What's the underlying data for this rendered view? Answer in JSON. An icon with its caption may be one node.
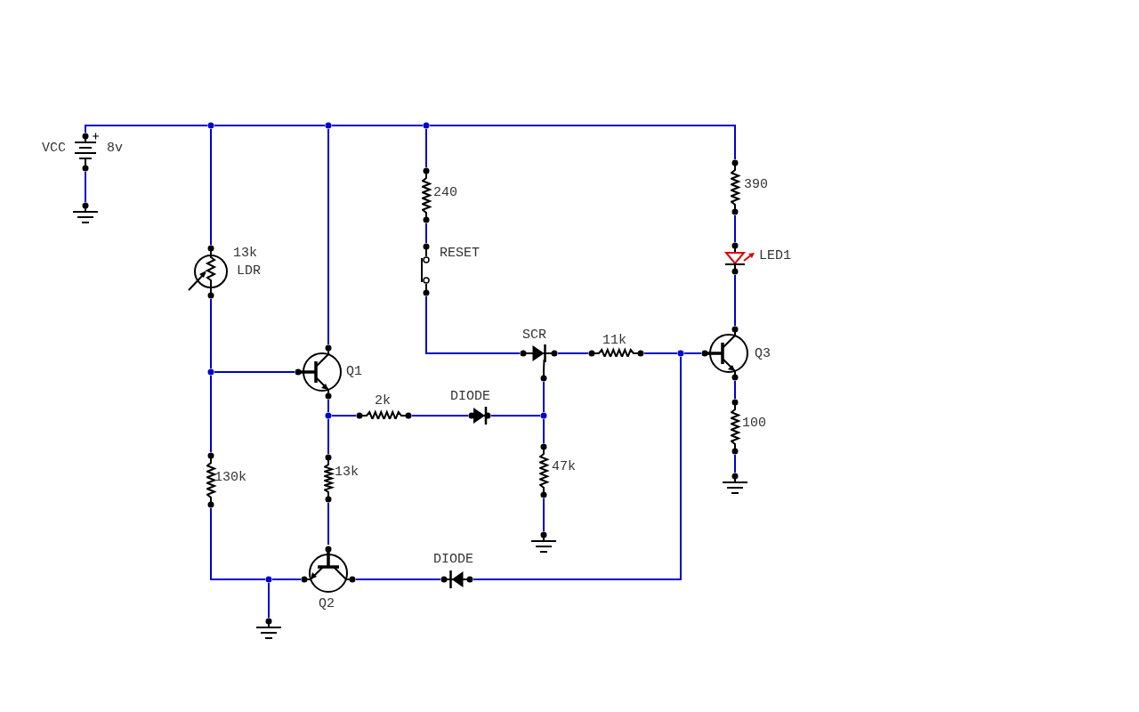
{
  "diagram": {
    "nodes": [
      {
        "text": [
          "VCC",
          "8v"
        ]
      },
      {
        "text": [],
        "shape": "ground"
      },
      {
        "text": [
          "13k",
          "LDR"
        ]
      },
      {
        "text": [
          "Q1"
        ]
      },
      {
        "text": [
          "240"
        ]
      },
      {
        "text": [
          "RESET"
        ]
      },
      {
        "text": [
          "390"
        ]
      },
      {
        "text": [
          "LED1"
        ]
      },
      {
        "text": [
          "SCR"
        ]
      },
      {
        "text": [
          "11k"
        ]
      },
      {
        "text": [
          "Q3"
        ]
      },
      {
        "text": [
          "2k"
        ]
      },
      {
        "text": [
          "DIODE"
        ]
      },
      {
        "text": [
          "47k"
        ]
      },
      {
        "text": [],
        "shape": "ground"
      },
      {
        "text": [
          "130k"
        ]
      },
      {
        "text": [
          "13k"
        ]
      },
      {
        "text": [
          "100"
        ]
      },
      {
        "text": [],
        "shape": "ground"
      },
      {
        "text": [
          "DIODE"
        ]
      },
      {
        "text": [
          "Q2"
        ]
      },
      {
        "text": [],
        "shape": "ground"
      },
      {
        "text": [],
        "shape": "circle"
      },
      {
        "text": [],
        "shape": "circle"
      },
      {
        "text": [],
        "shape": "circle"
      },
      {
        "text": [],
        "shape": "circle"
      },
      {
        "text": [],
        "shape": "circle"
      },
      {
        "text": [],
        "shape": "circle"
      },
      {
        "text": [],
        "shape": "circle"
      },
      {
        "text": [],
        "shape": "circle"
      }
    ],
    "edges": [
      {
        "from": 0,
        "to": 22,
        "arrow": "none"
      },
      {
        "from": 22,
        "to": 23,
        "arrow": "none"
      },
      {
        "from": 23,
        "to": 24,
        "arrow": "none"
      },
      {
        "from": 24,
        "to": 6,
        "arrow": "none"
      },
      {
        "from": 0,
        "to": 1,
        "arrow": "none"
      },
      {
        "from": 22,
        "to": 2,
        "arrow": "none"
      },
      {
        "from": 2,
        "to": 25,
        "arrow": "none"
      },
      {
        "from": 25,
        "to": 3,
        "arrow": "none"
      },
      {
        "from": 25,
        "to": 15,
        "arrow": "none"
      },
      {
        "from": 15,
        "to": 28,
        "arrow": "none"
      },
      {
        "from": 28,
        "to": 20,
        "arrow": "none"
      },
      {
        "from": 28,
        "to": 21,
        "arrow": "none"
      },
      {
        "from": 23,
        "to": 3,
        "arrow": "none"
      },
      {
        "from": 3,
        "to": 26,
        "arrow": "none"
      },
      {
        "from": 26,
        "to": 16,
        "arrow": "none"
      },
      {
        "from": 16,
        "to": 20,
        "arrow": "none"
      },
      {
        "from": 26,
        "to": 11,
        "arrow": "none"
      },
      {
        "from": 11,
        "to": 12,
        "arrow": "none"
      },
      {
        "from": 12,
        "to": 27,
        "arrow": "none"
      },
      {
        "from": 27,
        "to": 8,
        "arrow": "none"
      },
      {
        "from": 27,
        "to": 13,
        "arrow": "none"
      },
      {
        "from": 13,
        "to": 14,
        "arrow": "none"
      },
      {
        "from": 20,
        "to": 19,
        "arrow": "none"
      },
      {
        "from": 19,
        "to": 29,
        "arrow": "none"
      },
      {
        "from": 24,
        "to": 4,
        "arrow": "none"
      },
      {
        "from": 4,
        "to": 5,
        "arrow": "none"
      },
      {
        "from": 5,
        "to": 8,
        "arrow": "none"
      },
      {
        "from": 8,
        "to": 9,
        "arrow": "none"
      },
      {
        "from": 9,
        "to": 29,
        "arrow": "none"
      },
      {
        "from": 29,
        "to": 10,
        "arrow": "none"
      },
      {
        "from": 6,
        "to": 7,
        "arrow": "none"
      },
      {
        "from": 7,
        "to": 10,
        "arrow": "none"
      },
      {
        "from": 10,
        "to": 17,
        "arrow": "none"
      },
      {
        "from": 17,
        "to": 18,
        "arrow": "none"
      }
    ]
  }
}
